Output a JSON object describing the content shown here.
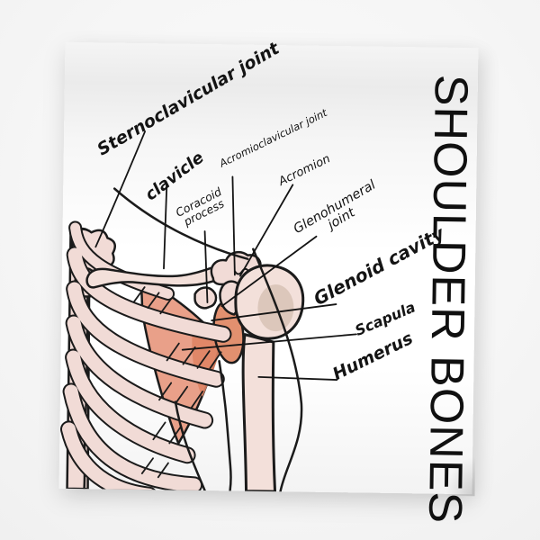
{
  "poster": {
    "title": "SHOULDER BONES",
    "labels": {
      "sternoclavicular_joint": "Sternoclavicular joint",
      "clavicle": "clavicle",
      "acromioclavicular_joint": "Acromioclavicular joint",
      "coracoid_process": "Coracoid\nprocess",
      "acromion": "Acromion",
      "glenohumeral_joint": "Glenohumeral\njoint",
      "glenoid_cavity": "Glenoid cavity",
      "scapula": "Scapula",
      "humerus": "Humerus"
    },
    "colors": {
      "outline": "#1b1b1b",
      "bone_pink": "#f1dbd6",
      "bone_pink_light": "#f3e0da",
      "scapula_salmon": "#e9a089",
      "scapula_deep": "#df8465",
      "glenoid_salmon": "#e2906f",
      "head_shadow_tan": "#c9b3a2",
      "label_ink": "#141414",
      "title_ink": "#101010"
    }
  }
}
